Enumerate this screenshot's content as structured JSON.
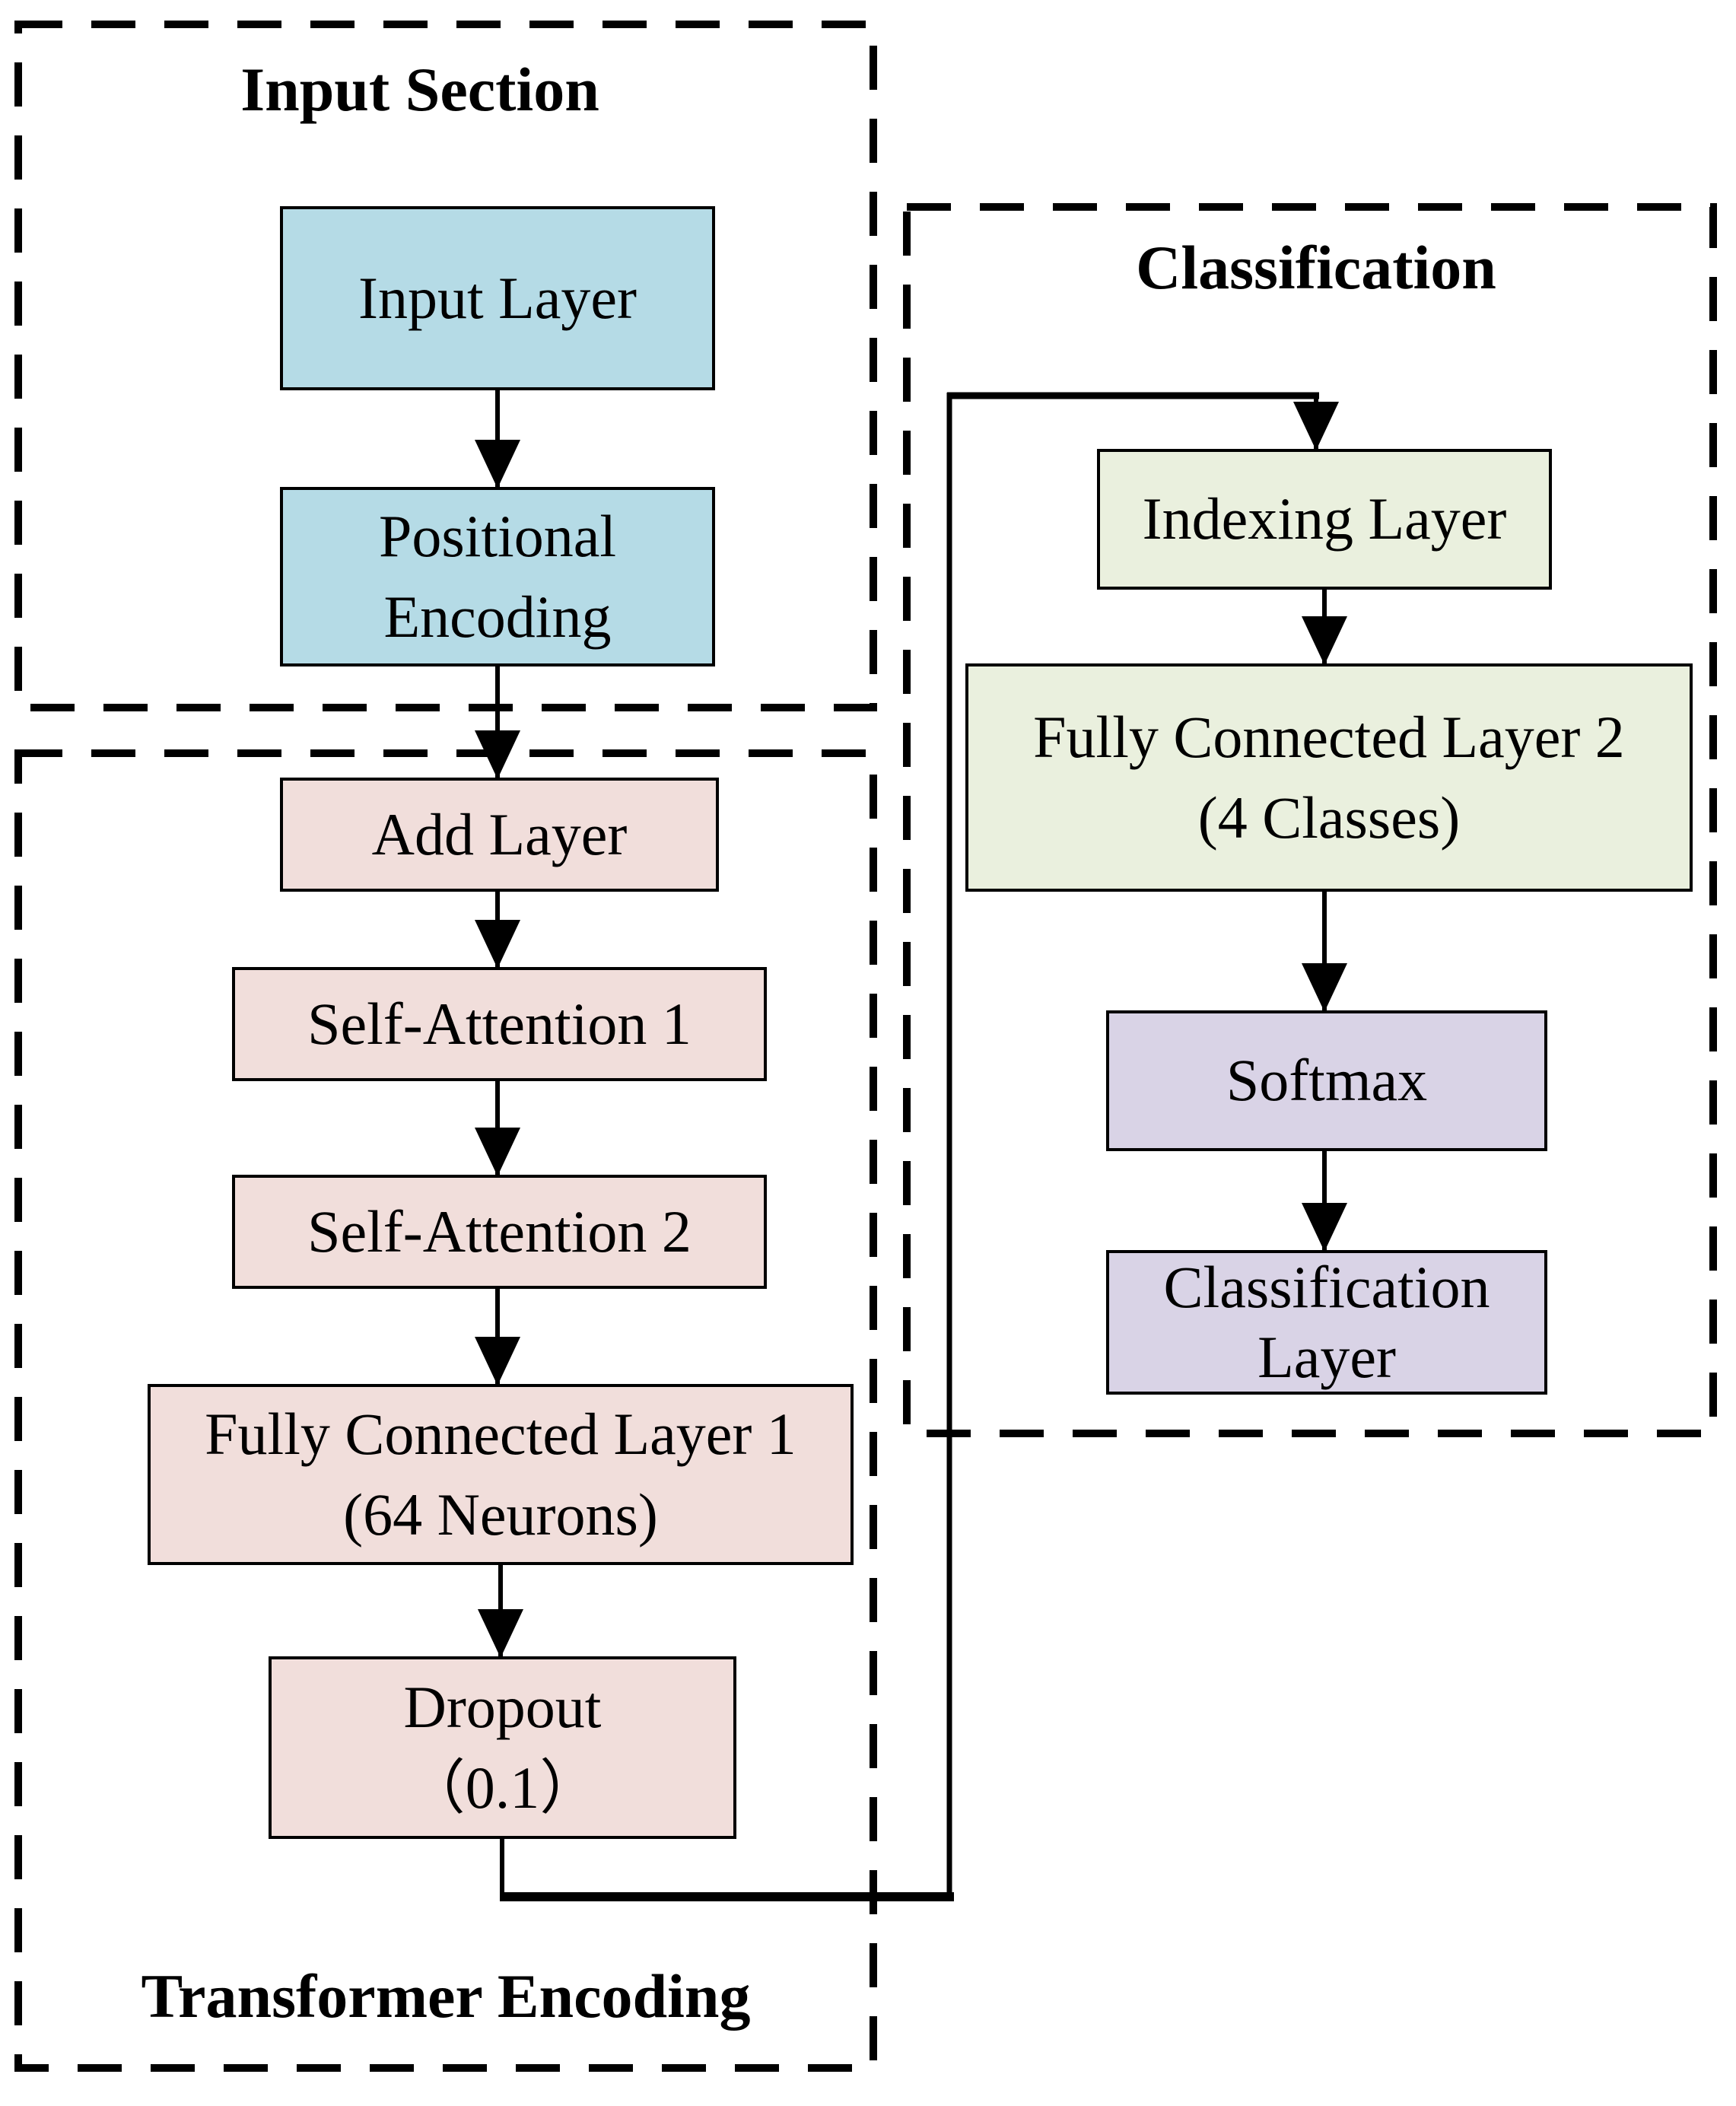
{
  "diagram": {
    "sections": {
      "input": {
        "title": "Input Section"
      },
      "transformer": {
        "title": "Transformer Encoding"
      },
      "classification": {
        "title": "Classification"
      }
    },
    "nodes": {
      "input_layer": {
        "label": "Input Layer",
        "color_key": "blue"
      },
      "positional_encoding": {
        "label": "Positional\nEncoding",
        "color_key": "blue"
      },
      "add_layer": {
        "label": "Add Layer",
        "color_key": "pink"
      },
      "self_attention_1": {
        "label": "Self-Attention 1",
        "color_key": "pink"
      },
      "self_attention_2": {
        "label": "Self-Attention 2",
        "color_key": "pink"
      },
      "fully_connected_1": {
        "label": "Fully Connected Layer 1\n(64 Neurons)",
        "color_key": "pink"
      },
      "dropout": {
        "label": "Dropout\n（0.1）",
        "color_key": "pink"
      },
      "indexing_layer": {
        "label": "Indexing Layer",
        "color_key": "green"
      },
      "fully_connected_2": {
        "label": "Fully Connected Layer 2\n(4 Classes)",
        "color_key": "green"
      },
      "softmax": {
        "label": "Softmax",
        "color_key": "purple"
      },
      "classification_layer": {
        "label": "Classification\nLayer",
        "color_key": "purple"
      }
    },
    "edges": [
      [
        "input_layer",
        "positional_encoding"
      ],
      [
        "positional_encoding",
        "add_layer"
      ],
      [
        "add_layer",
        "self_attention_1"
      ],
      [
        "self_attention_1",
        "self_attention_2"
      ],
      [
        "self_attention_2",
        "fully_connected_1"
      ],
      [
        "fully_connected_1",
        "dropout"
      ],
      [
        "dropout",
        "indexing_layer"
      ],
      [
        "indexing_layer",
        "fully_connected_2"
      ],
      [
        "fully_connected_2",
        "softmax"
      ],
      [
        "softmax",
        "classification_layer"
      ]
    ],
    "colors": {
      "blue": "#b5dbe6",
      "pink": "#f1dedb",
      "green": "#eaf0de",
      "purple": "#d9d3e6",
      "line": "#000000",
      "background": "#ffffff"
    }
  }
}
